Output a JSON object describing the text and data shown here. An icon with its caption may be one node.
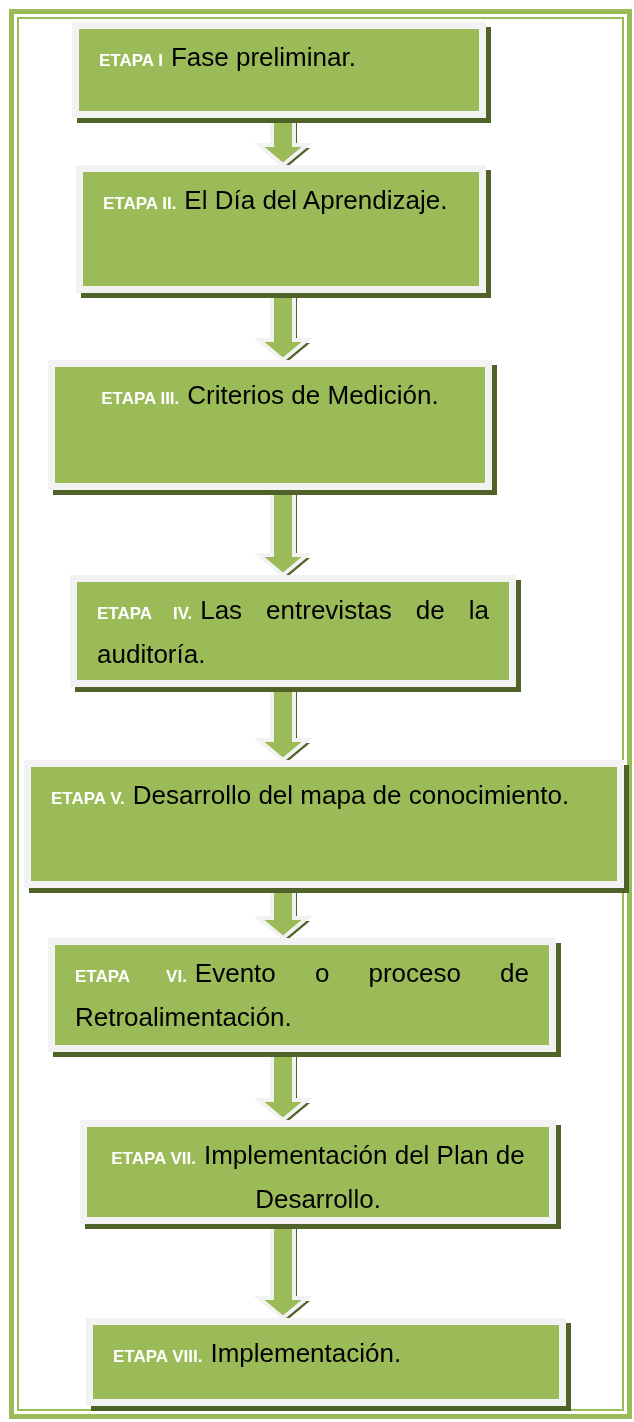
{
  "diagram": {
    "nodes": [
      {
        "text": [
          "ETAPA I",
          "Fase preliminar."
        ]
      },
      {
        "text": [
          "ETAPA II.",
          "El Día del Aprendizaje."
        ]
      },
      {
        "text": [
          "ETAPA III.",
          "Criterios de Medición."
        ]
      },
      {
        "text": [
          "ETAPA IV.",
          "Las entrevistas de la auditoría."
        ]
      },
      {
        "text": [
          "ETAPA V.",
          "Desarrollo del mapa de conocimiento."
        ]
      },
      {
        "text": [
          "ETAPA VI.",
          "Evento o proceso de Retroalimentación."
        ]
      },
      {
        "text": [
          "ETAPA VII.",
          "Implementación del Plan de Desarrollo."
        ]
      },
      {
        "text": [
          "ETAPA VIII.",
          "Implementación."
        ]
      }
    ],
    "edges": [
      {
        "from": 0,
        "to": 1,
        "arrow": "to"
      },
      {
        "from": 1,
        "to": 2,
        "arrow": "to"
      },
      {
        "from": 2,
        "to": 3,
        "arrow": "to"
      },
      {
        "from": 3,
        "to": 4,
        "arrow": "to"
      },
      {
        "from": 4,
        "to": 5,
        "arrow": "to"
      },
      {
        "from": 5,
        "to": 6,
        "arrow": "to"
      },
      {
        "from": 6,
        "to": 7,
        "arrow": "to"
      }
    ]
  }
}
